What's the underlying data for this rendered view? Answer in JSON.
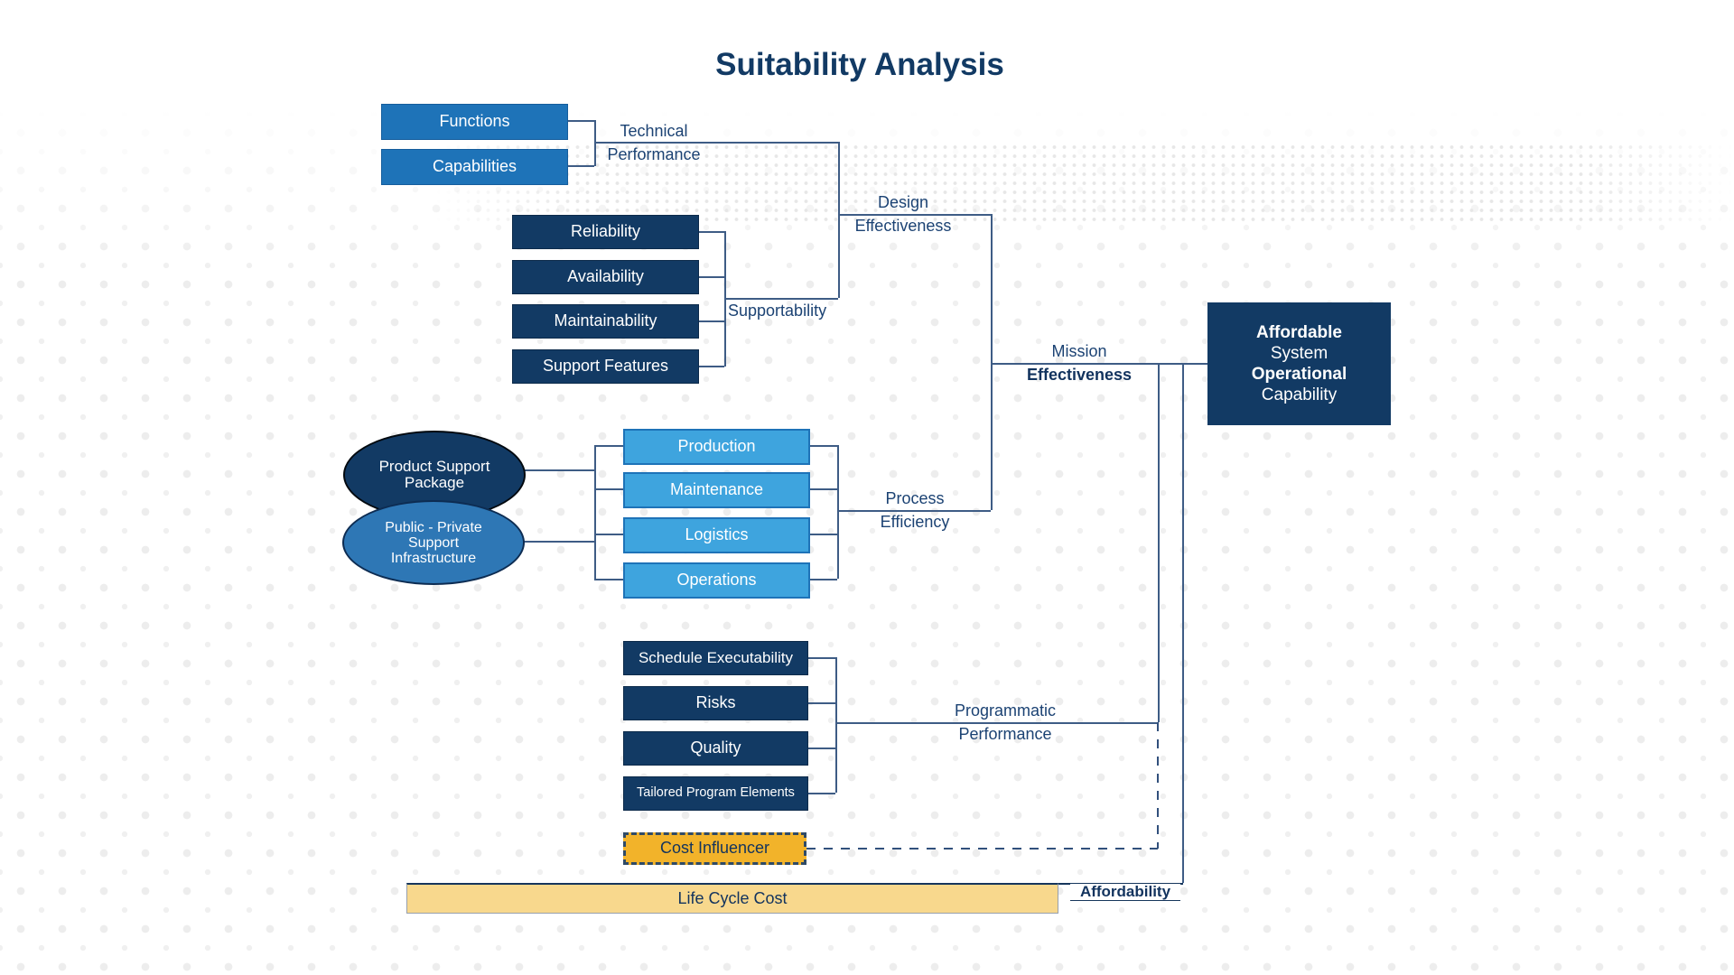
{
  "title": "Suitability Analysis",
  "colors": {
    "navy": "#123a64",
    "mid_blue": "#1e73b8",
    "light_blue": "#3ea4de",
    "gold": "#f2b32a",
    "light_gold": "#f8d88d",
    "connector_line": "#3e5c85",
    "label_text": "#1b4273"
  },
  "technical": {
    "boxes": [
      "Functions",
      "Capabilities"
    ],
    "label1": "Technical",
    "label2": "Performance"
  },
  "supportability": {
    "boxes": [
      "Reliability",
      "Availability",
      "Maintainability",
      "Support Features"
    ],
    "label": "Supportability"
  },
  "design": {
    "label1": "Design",
    "label2": "Effectiveness"
  },
  "support_inputs": {
    "ellipse1": [
      "Product Support",
      "Package"
    ],
    "ellipse2": [
      "Public - Private",
      "Support",
      "Infrastructure"
    ]
  },
  "process": {
    "boxes": [
      "Production",
      "Maintenance",
      "Logistics",
      "Operations"
    ],
    "label1": "Process",
    "label2": "Efficiency"
  },
  "mission": {
    "label1": "Mission",
    "label2": "Effectiveness"
  },
  "programmatic": {
    "boxes": [
      "Schedule Executability",
      "Risks",
      "Quality",
      "Tailored Program Elements"
    ],
    "label1": "Programmatic",
    "label2": "Performance"
  },
  "outcome": {
    "lines": [
      "Affordable",
      "System",
      "Operational",
      "Capability"
    ]
  },
  "cost": {
    "influencer": "Cost Influencer",
    "life_cycle": "Life Cycle Cost",
    "affordability": "Affordability"
  }
}
